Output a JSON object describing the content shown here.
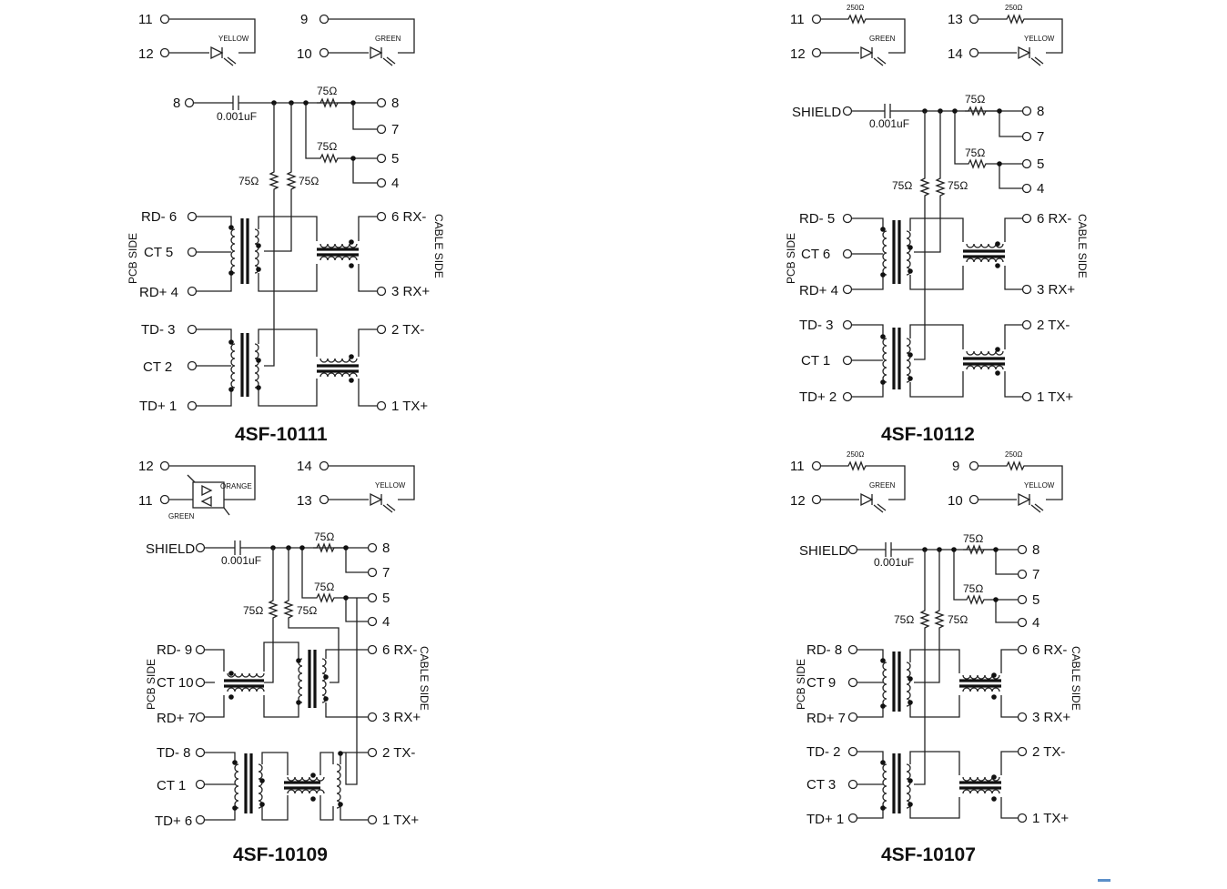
{
  "diagrams": [
    {
      "id": "a",
      "title": "4SF-10111",
      "led1": {
        "pin_top": "11",
        "pin_bottom": "12",
        "color": "YELLOW",
        "resistor": ""
      },
      "led2": {
        "pin_top": "9",
        "pin_bottom": "10",
        "color": "GREEN",
        "resistor": ""
      },
      "left_pins": {
        "shield": "8",
        "rd_minus": "RD- 6",
        "ct_upper": "CT 5",
        "rd_plus": "RD+ 4",
        "td_minus": "TD- 3",
        "ct_lower": "CT 2",
        "td_plus": "TD+ 1"
      },
      "right_pins": {
        "p8": "8",
        "p7": "7",
        "p5": "5",
        "p4": "4",
        "rx_minus": "6 RX-",
        "rx_plus": "3 RX+",
        "tx_minus": "2 TX-",
        "tx_plus": "1 TX+"
      },
      "cap": "0.001uF",
      "res": {
        "r_top": "75Ω",
        "r_mid": "75Ω",
        "r_left": "75Ω",
        "r_right": "75Ω"
      },
      "pcb_side": "PCB SIDE",
      "cable_side": "CABLE SIDE"
    },
    {
      "id": "b",
      "title": "4SF-10112",
      "led1": {
        "pin_top": "11",
        "pin_bottom": "12",
        "color": "GREEN",
        "resistor": "250Ω"
      },
      "led2": {
        "pin_top": "13",
        "pin_bottom": "14",
        "color": "YELLOW",
        "resistor": "250Ω"
      },
      "left_pins": {
        "shield": "SHIELD",
        "rd_minus": "RD- 5",
        "ct_upper": "CT 6",
        "rd_plus": "RD+ 4",
        "td_minus": "TD- 3",
        "ct_lower": "CT 1",
        "td_plus": "TD+ 2"
      },
      "right_pins": {
        "p8": "8",
        "p7": "7",
        "p5": "5",
        "p4": "4",
        "rx_minus": "6 RX-",
        "rx_plus": "3 RX+",
        "tx_minus": "2 TX-",
        "tx_plus": "1 TX+"
      },
      "cap": "0.001uF",
      "res": {
        "r_top": "75Ω",
        "r_mid": "75Ω",
        "r_left": "75Ω",
        "r_right": "75Ω"
      },
      "pcb_side": "PCB SIDE",
      "cable_side": "CABLE SIDE"
    },
    {
      "id": "c",
      "title": "4SF-10109",
      "led1": {
        "pin_top": "12",
        "pin_bottom": "11",
        "color": "ORANGE",
        "color2": "GREEN",
        "resistor": ""
      },
      "led2": {
        "pin_top": "14",
        "pin_bottom": "13",
        "color": "YELLOW",
        "resistor": ""
      },
      "left_pins": {
        "shield": "SHIELD",
        "rd_minus": "RD- 9",
        "ct_upper": "CT 10",
        "rd_plus": "RD+ 7",
        "td_minus": "TD- 8",
        "ct_lower": "CT 1",
        "td_plus": "TD+ 6"
      },
      "right_pins": {
        "p8": "8",
        "p7": "7",
        "p5": "5",
        "p4": "4",
        "rx_minus": "6 RX-",
        "rx_plus": "3 RX+",
        "tx_minus": "2 TX-",
        "tx_plus": "1 TX+"
      },
      "cap": "0.001uF",
      "res": {
        "r_top": "75Ω",
        "r_mid": "75Ω",
        "r_left": "75Ω",
        "r_right": "75Ω"
      },
      "pcb_side": "PCB SIDE",
      "cable_side": "CABLE SIDE"
    },
    {
      "id": "d",
      "title": "4SF-10107",
      "led1": {
        "pin_top": "11",
        "pin_bottom": "12",
        "color": "GREEN",
        "resistor": "250Ω"
      },
      "led2": {
        "pin_top": "9",
        "pin_bottom": "10",
        "color": "YELLOW",
        "resistor": "250Ω"
      },
      "left_pins": {
        "shield": "SHIELD",
        "rd_minus": "RD- 8",
        "ct_upper": "CT 9",
        "rd_plus": "RD+ 7",
        "td_minus": "TD- 2",
        "ct_lower": "CT 3",
        "td_plus": "TD+ 1"
      },
      "right_pins": {
        "p8": "8",
        "p7": "7",
        "p5": "5",
        "p4": "4",
        "rx_minus": "6 RX-",
        "rx_plus": "3 RX+",
        "tx_minus": "2 TX-",
        "tx_plus": "1 TX+"
      },
      "cap": "0.001uF",
      "res": {
        "r_top": "75Ω",
        "r_mid": "75Ω",
        "r_left": "75Ω",
        "r_right": "75Ω"
      },
      "pcb_side": "PCB SIDE",
      "cable_side": "CABLE SIDE"
    }
  ]
}
